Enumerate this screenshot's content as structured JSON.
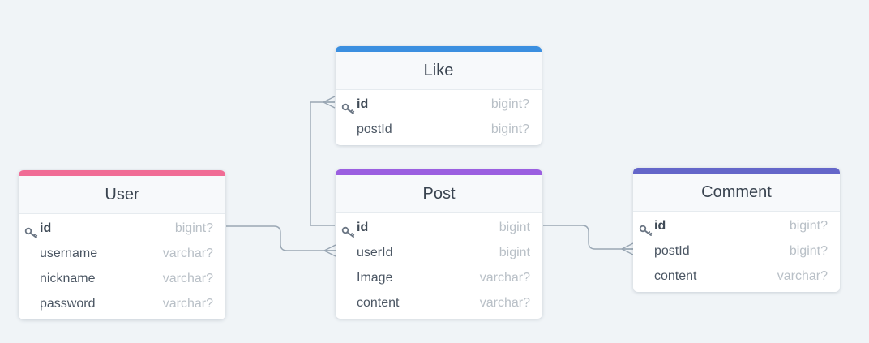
{
  "tables": [
    {
      "id": "like",
      "name": "Like",
      "accent": "#3b8fe0",
      "fields": [
        {
          "name": "id",
          "type": "bigint?",
          "pk": true
        },
        {
          "name": "postId",
          "type": "bigint?",
          "pk": false
        }
      ]
    },
    {
      "id": "user",
      "name": "User",
      "accent": "#f06c95",
      "fields": [
        {
          "name": "id",
          "type": "bigint?",
          "pk": true
        },
        {
          "name": "username",
          "type": "varchar?",
          "pk": false
        },
        {
          "name": "nickname",
          "type": "varchar?",
          "pk": false
        },
        {
          "name": "password",
          "type": "varchar?",
          "pk": false
        }
      ]
    },
    {
      "id": "post",
      "name": "Post",
      "accent": "#9b5fe0",
      "fields": [
        {
          "name": "id",
          "type": "bigint",
          "pk": true
        },
        {
          "name": "userId",
          "type": "bigint",
          "pk": false
        },
        {
          "name": "Image",
          "type": "varchar?",
          "pk": false
        },
        {
          "name": "content",
          "type": "varchar?",
          "pk": false
        }
      ]
    },
    {
      "id": "comment",
      "name": "Comment",
      "accent": "#6466c9",
      "fields": [
        {
          "name": "id",
          "type": "bigint?",
          "pk": true
        },
        {
          "name": "postId",
          "type": "bigint?",
          "pk": false
        },
        {
          "name": "content",
          "type": "varchar?",
          "pk": false
        }
      ]
    }
  ],
  "relations": [
    {
      "from": "post.id",
      "to": "like.id",
      "cardinality": "one-to-many"
    },
    {
      "from": "user.id",
      "to": "post.userId",
      "cardinality": "one-to-many"
    },
    {
      "from": "post.id",
      "to": "comment.postId",
      "cardinality": "one-to-many"
    }
  ],
  "colors": {
    "connector": "#9aa7b4",
    "key_icon": "#6b7684"
  }
}
